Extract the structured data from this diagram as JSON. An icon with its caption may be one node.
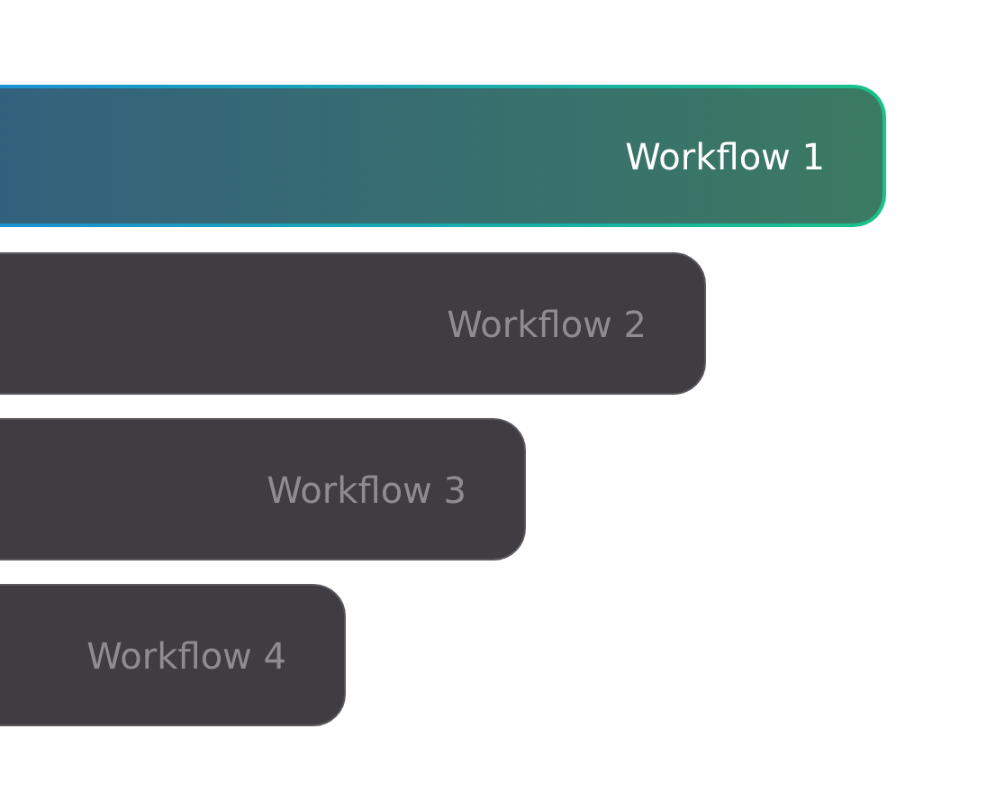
{
  "diagram": {
    "nodes": [
      {
        "text": [
          "Workflow 1"
        ]
      },
      {
        "text": [
          "Workflow 2"
        ]
      },
      {
        "text": [
          "Workflow 3"
        ]
      },
      {
        "text": [
          "Workflow 4"
        ]
      }
    ]
  }
}
